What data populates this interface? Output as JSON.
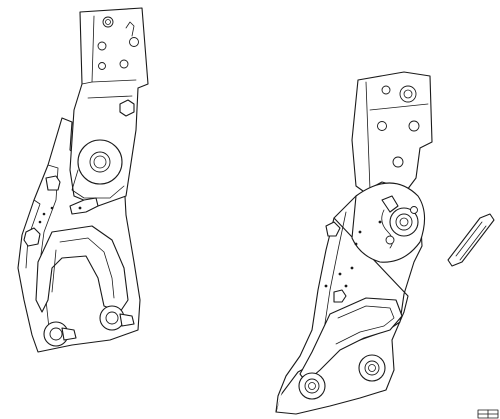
{
  "drawing": {
    "background": "#ffffff",
    "line_color": "#1a1a1a"
  },
  "parts": [
    {
      "name": "left-recliner-bracket-assembly"
    },
    {
      "name": "right-recliner-bracket-assembly"
    },
    {
      "name": "separate-link-part"
    }
  ]
}
